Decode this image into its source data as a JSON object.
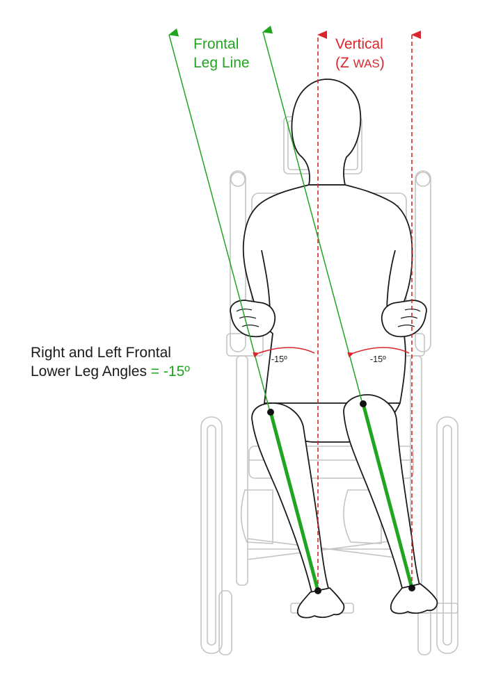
{
  "labels": {
    "frontal_line_1": "Frontal",
    "frontal_line_2": "Leg Line",
    "vertical_line_1": "Vertical",
    "vertical_prefix": "(Z ",
    "vertical_sub": "WAS",
    "vertical_suffix": ")",
    "angles_line_1": "Right and Left Frontal",
    "angles_line_2_prefix": "Lower Leg Angles ",
    "angles_eq": "= ",
    "angles_value": "-15º",
    "right_angle": "-15º",
    "left_angle": "-15º"
  },
  "colors": {
    "leg_line": "#1fa51f",
    "vertical_line": "#d9262c",
    "figure_outline": "#1a1a1a",
    "wheelchair_outline": "#c4c4c4"
  },
  "measurement": {
    "right_lower_leg_angle_deg": -15,
    "left_lower_leg_angle_deg": -15
  }
}
